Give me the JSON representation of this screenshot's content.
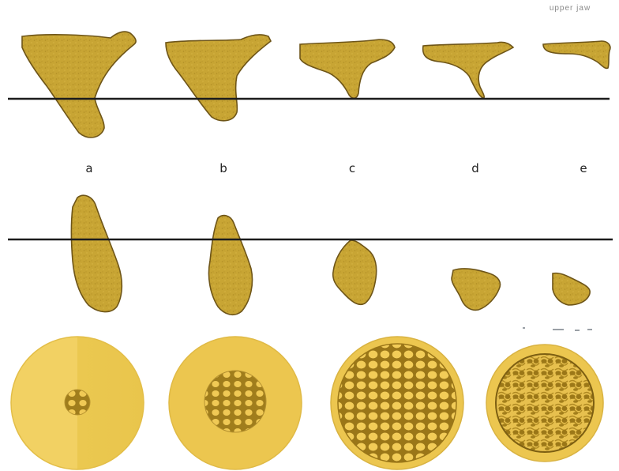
{
  "figure": {
    "corner_text": "upper jaw",
    "labels": [
      "a",
      "b",
      "c",
      "d",
      "e"
    ]
  },
  "colors": {
    "bone_fill": "#c8a534",
    "bone_stroke": "#6e5518",
    "disc_light": "#f3cf5c",
    "disc_dark": "#9c7a1a",
    "line": "#1c1c1c"
  }
}
